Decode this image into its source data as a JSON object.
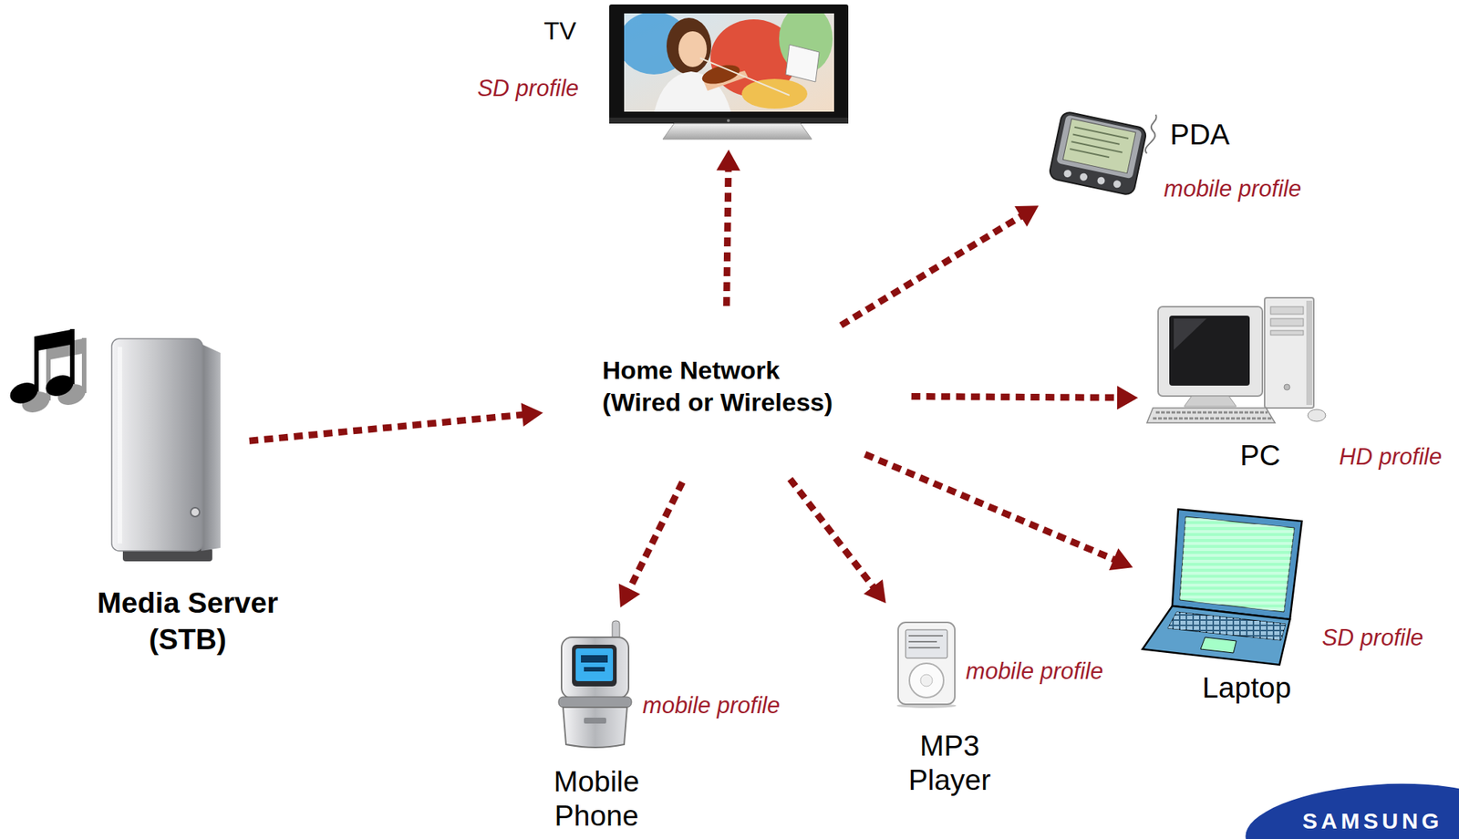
{
  "diagram": {
    "nodes": [
      {
        "text": [
          "Media Server (STB)"
        ]
      },
      {
        "text": [
          "Home Network (Wired or Wireless)"
        ]
      },
      {
        "text": [
          "TV",
          "SD profile"
        ]
      },
      {
        "text": [
          "PDA",
          "mobile profile"
        ]
      },
      {
        "text": [
          "PC",
          "HD profile"
        ]
      },
      {
        "text": [
          "Laptop",
          "SD profile"
        ]
      },
      {
        "text": [
          "MP3 Player",
          "mobile profile"
        ]
      },
      {
        "text": [
          "Mobile Phone",
          "mobile profile"
        ]
      }
    ],
    "edges": [
      {
        "from": 0,
        "to": 1,
        "arrow": "to"
      },
      {
        "from": 1,
        "to": 2,
        "arrow": "to"
      },
      {
        "from": 1,
        "to": 3,
        "arrow": "to"
      },
      {
        "from": 1,
        "to": 4,
        "arrow": "to"
      },
      {
        "from": 1,
        "to": 5,
        "arrow": "to"
      },
      {
        "from": 1,
        "to": 6,
        "arrow": "to"
      },
      {
        "from": 1,
        "to": 7,
        "arrow": "to"
      }
    ],
    "labels": [
      "SAMSUNG"
    ]
  }
}
